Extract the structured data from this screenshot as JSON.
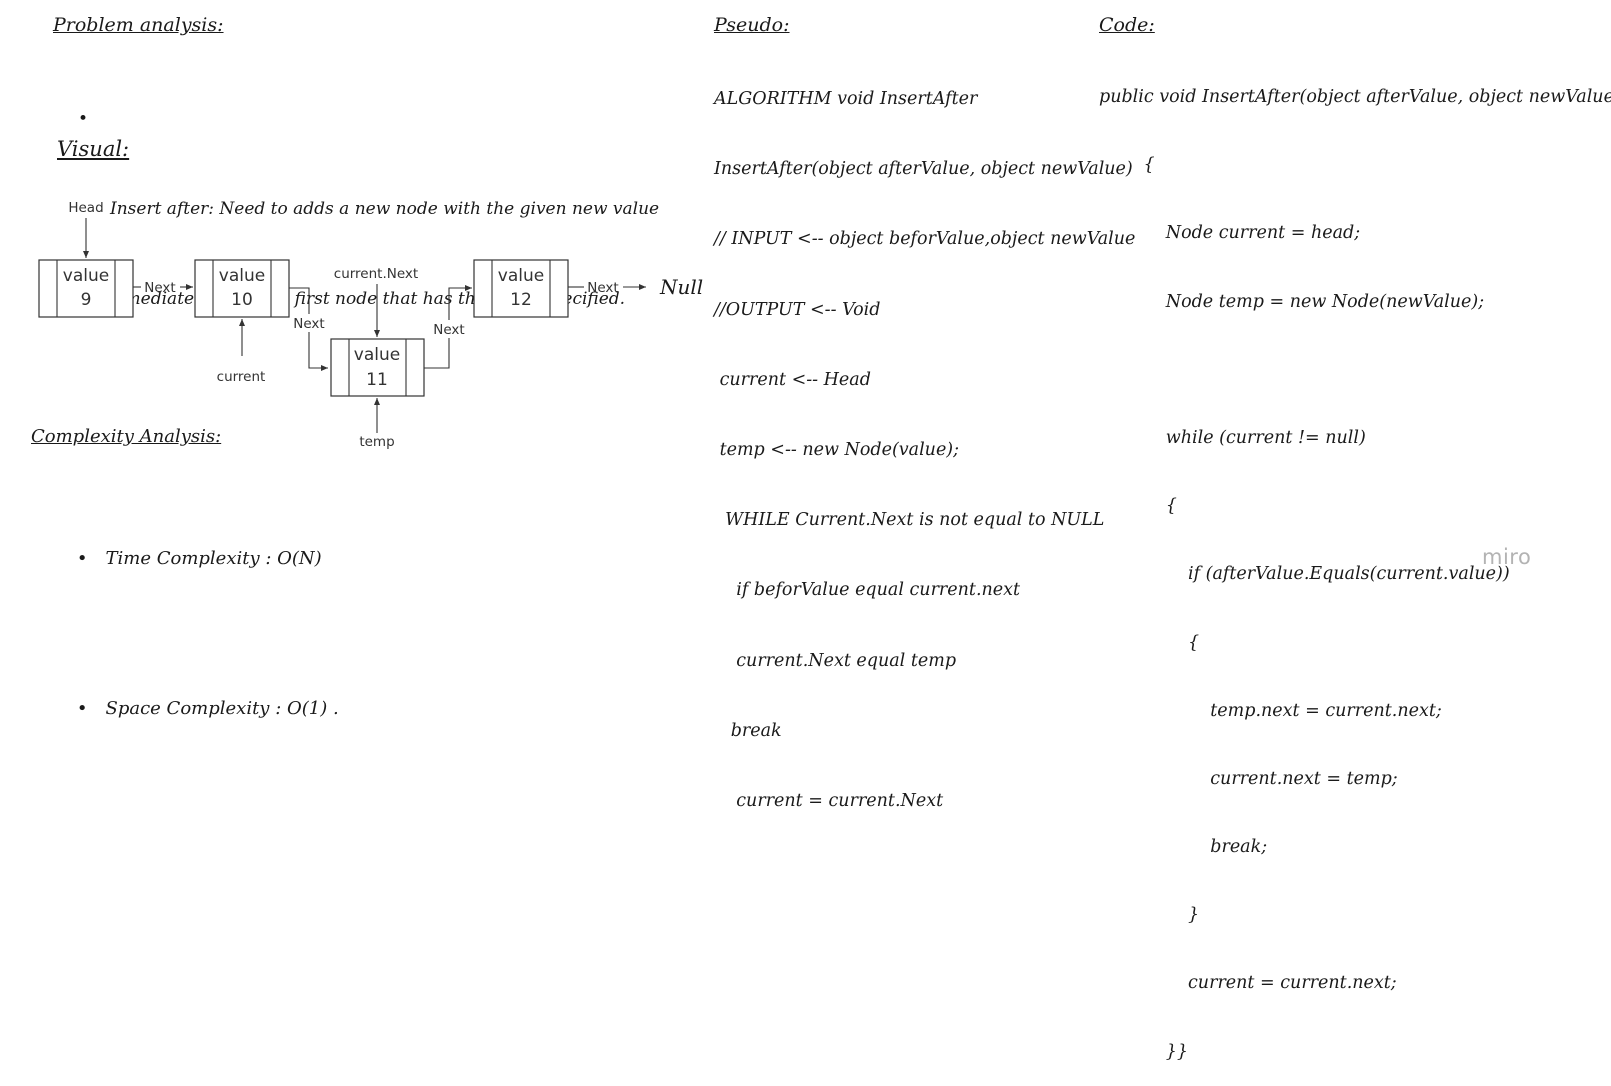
{
  "problem": {
    "heading": "Problem analysis:",
    "bullets": [
      {
        "line1": "Insert after: Need to adds a new node with the given new value",
        "line2": "immediately after the first node that has the value specified."
      }
    ]
  },
  "visual": {
    "heading": "Visual:",
    "head_label": "Head",
    "next_label": "Next",
    "current_next_label": "current.Next",
    "current_label": "current",
    "temp_label": "temp",
    "null_label": "Null",
    "nodes": [
      {
        "word": "value",
        "number": "9"
      },
      {
        "word": "value",
        "number": "10"
      },
      {
        "word": "value",
        "number": "11"
      },
      {
        "word": "value",
        "number": "12"
      }
    ]
  },
  "complexity": {
    "heading": "Complexity Analysis:",
    "items": [
      "Time Complexity : O(N)",
      "Space Complexity : O(1) ."
    ]
  },
  "pseudo": {
    "heading": "Pseudo:",
    "lines": [
      "ALGORITHM void InsertAfter",
      "InsertAfter(object afterValue, object newValue)",
      "// INPUT <-- object beforValue,object newValue",
      "//OUTPUT <-- Void",
      " current <-- Head",
      " temp <-- new Node(value);",
      "  WHILE Current.Next is not equal to NULL",
      "    if beforValue equal current.next",
      "    current.Next equal temp",
      "   break",
      "    current = current.Next"
    ]
  },
  "code": {
    "heading": "Code:",
    "lines": [
      "public void InsertAfter(object afterValue, object newValue)",
      "        {",
      "            Node current = head;",
      "            Node temp = new Node(newValue);",
      "",
      "            while (current != null)",
      "            {",
      "                if (afterValue.Equals(current.value))",
      "                {",
      "                    temp.next = current.next;",
      "                    current.next = temp;",
      "                    break;",
      "                }",
      "                current = current.next;",
      "            }}"
    ]
  },
  "brand": "miro"
}
